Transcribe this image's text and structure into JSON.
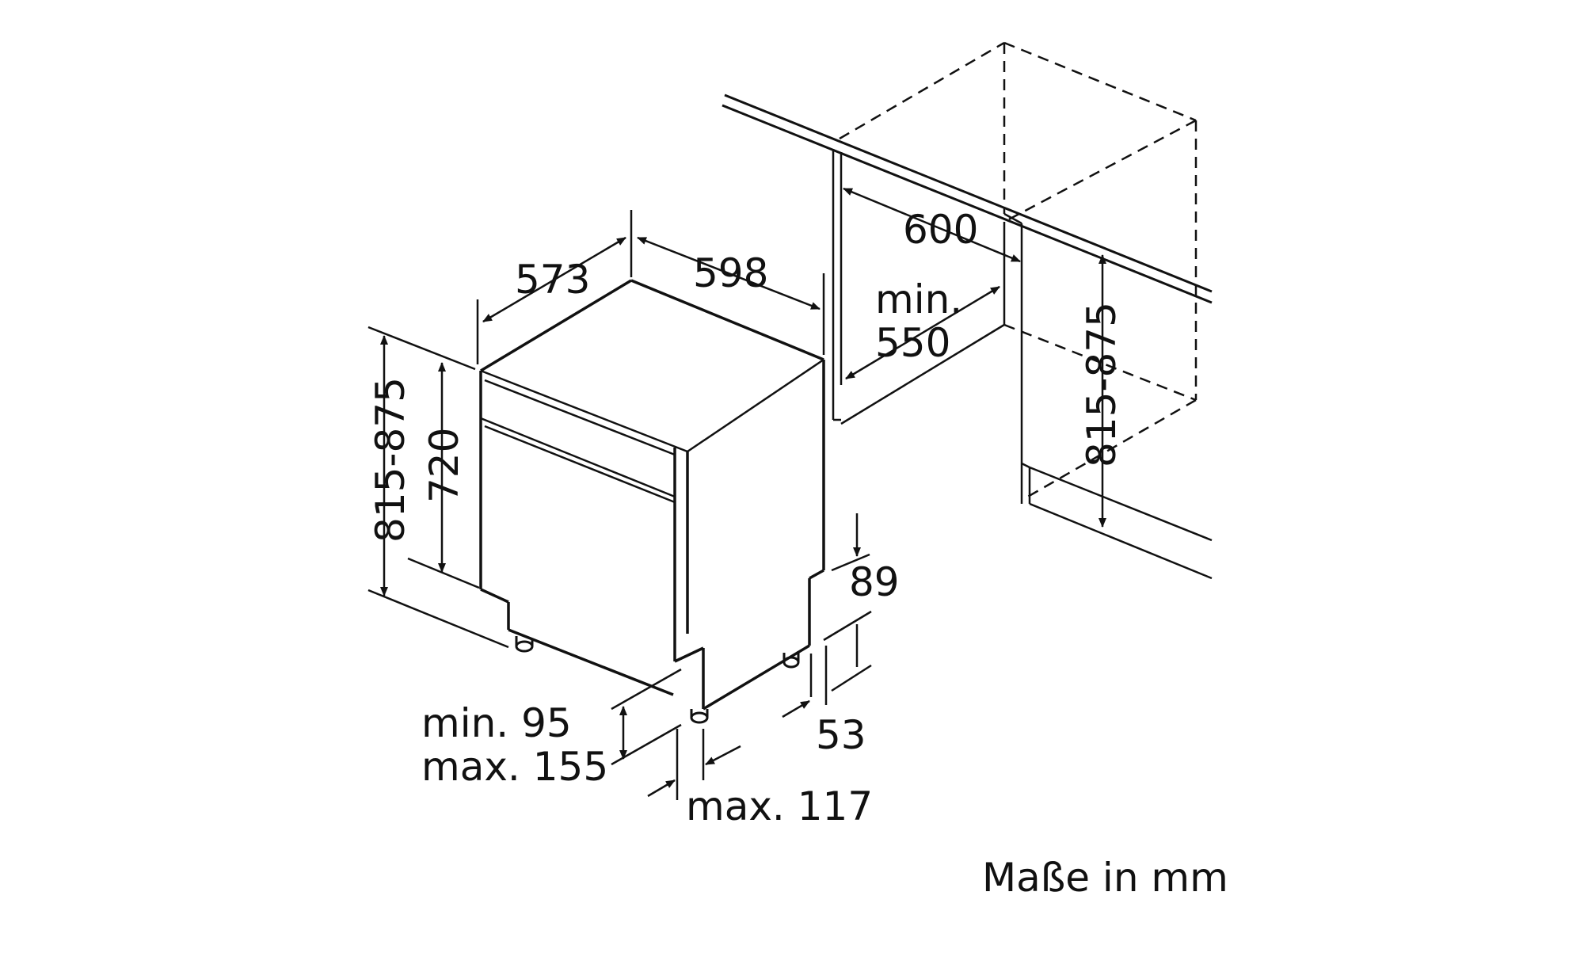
{
  "colors": {
    "line": "#111111",
    "background": "#ffffff"
  },
  "dimensions": {
    "depth": "573",
    "width": "598",
    "niche_width": "600",
    "niche_depth_line1": "min.",
    "niche_depth_line2": "550",
    "niche_height": "815-875",
    "appliance_height": "815-875",
    "door_height": "720",
    "plinth_height": "89",
    "plinth_setback": "53",
    "feet_height_line1": "min. 95",
    "feet_height_line2": "max. 155",
    "feet_offset": "max. 117"
  },
  "units_note": "Maße in mm"
}
